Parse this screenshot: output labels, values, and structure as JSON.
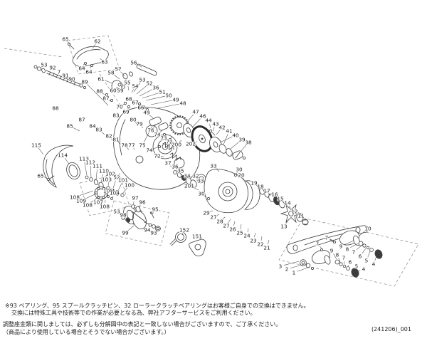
{
  "footer": {
    "note1": "※93 ベアリング、95 スプールクラッチピン、32 ローラークラッチベアリングはお客様ご自身での交換はできません。",
    "note2": "交換には特殊工具や技術等での作業が必要となる為、弊社アフターサービスをご利用ください。",
    "note3": "調整座金類に関しましては、必ずしも分解図中の表記と一致しない場合がございますので、ご了承ください。",
    "note4": "（商品により使用している場合とそうでない場合がございます。）",
    "doc_code": "(241206)_001"
  },
  "diagram": {
    "labels": [
      [
        "65",
        92,
        55,
        99,
        63
      ],
      [
        "62",
        137,
        58,
        130,
        68
      ],
      [
        "63",
        147,
        87,
        140,
        82
      ],
      [
        "64",
        115,
        96,
        119,
        88
      ],
      [
        "64",
        125,
        101,
        128,
        92
      ],
      [
        "53",
        62,
        91
      ],
      [
        "92",
        74,
        95
      ],
      [
        "7",
        83,
        101
      ],
      [
        "91",
        92,
        106
      ],
      [
        "90",
        101,
        111
      ],
      [
        "89",
        119,
        115,
        152,
        148
      ],
      [
        "61",
        142,
        111,
        158,
        117
      ],
      [
        "58",
        156,
        102,
        168,
        111
      ],
      [
        "57",
        166,
        97,
        175,
        107
      ],
      [
        "56",
        188,
        88,
        199,
        94
      ],
      [
        "60",
        159,
        127,
        166,
        122
      ],
      [
        "59",
        169,
        127,
        173,
        121
      ],
      [
        "55",
        179,
        116,
        181,
        127
      ],
      [
        "54",
        190,
        121,
        185,
        130
      ],
      [
        "53",
        200,
        112,
        188,
        129
      ],
      [
        "52",
        210,
        117,
        192,
        132
      ],
      [
        "36",
        219,
        123,
        196,
        135
      ],
      [
        "51",
        228,
        129,
        200,
        138
      ],
      [
        "50",
        237,
        134,
        205,
        141
      ],
      [
        "49",
        247,
        140,
        212,
        147
      ],
      [
        "48",
        257,
        145,
        222,
        152
      ],
      [
        "88",
        140,
        128,
        147,
        133
      ],
      [
        "87",
        149,
        138,
        155,
        142
      ],
      [
        "68",
        181,
        139,
        193,
        144
      ],
      [
        "67",
        190,
        144,
        199,
        148
      ],
      [
        "66",
        198,
        151,
        205,
        153
      ],
      [
        "70",
        168,
        150,
        175,
        146
      ],
      [
        "69",
        177,
        157,
        181,
        151
      ],
      [
        "49",
        206,
        158,
        215,
        166
      ],
      [
        "88",
        78,
        152
      ],
      [
        "87",
        115,
        168
      ],
      [
        "85",
        98,
        177,
        112,
        184
      ],
      [
        "84",
        130,
        177,
        139,
        184
      ],
      [
        "83",
        139,
        182,
        147,
        189
      ],
      [
        "83",
        163,
        162
      ],
      [
        "82",
        153,
        191,
        160,
        199
      ],
      [
        "81",
        163,
        196,
        169,
        203
      ],
      [
        "80",
        187,
        168,
        193,
        175
      ],
      [
        "79",
        196,
        174,
        201,
        180
      ],
      [
        "78",
        175,
        204,
        181,
        210
      ],
      [
        "77",
        185,
        204,
        189,
        210
      ],
      [
        "76",
        212,
        183,
        220,
        174
      ],
      [
        "75",
        200,
        204,
        214,
        177
      ],
      [
        "74",
        221,
        189,
        228,
        183
      ],
      [
        "73",
        230,
        194,
        235,
        188
      ],
      [
        "72",
        238,
        199,
        241,
        192
      ],
      [
        "74",
        210,
        211,
        221,
        207
      ],
      [
        "72",
        221,
        219,
        230,
        220
      ],
      [
        "200",
        248,
        203,
        255,
        197
      ],
      [
        "202",
        268,
        202,
        277,
        199
      ],
      [
        "47",
        275,
        157,
        263,
        171
      ],
      [
        "46",
        285,
        163,
        271,
        178
      ],
      [
        "44",
        293,
        169,
        296,
        180
      ],
      [
        "43",
        303,
        174,
        299,
        184
      ],
      [
        "42",
        312,
        179,
        304,
        189
      ],
      [
        "41",
        322,
        184,
        314,
        203
      ],
      [
        "40",
        331,
        190,
        309,
        200
      ],
      [
        "39",
        340,
        196,
        324,
        209
      ],
      [
        "38",
        349,
        200,
        338,
        213
      ],
      [
        "37",
        236,
        229,
        244,
        238
      ],
      [
        "36",
        246,
        234,
        250,
        242
      ],
      [
        "35",
        254,
        240,
        256,
        246
      ],
      [
        "34",
        263,
        247,
        264,
        251
      ],
      [
        "32",
        275,
        247,
        280,
        250
      ],
      [
        "33",
        300,
        233,
        308,
        241
      ],
      [
        "33",
        282,
        254,
        288,
        256
      ],
      [
        "201",
        266,
        261,
        279,
        267
      ],
      [
        "30",
        336,
        238,
        331,
        246
      ],
      [
        "30",
        283,
        272,
        290,
        277
      ],
      [
        "20",
        339,
        246,
        346,
        258
      ],
      [
        "19",
        357,
        257,
        365,
        265
      ],
      [
        "18",
        366,
        262,
        372,
        270
      ],
      [
        "17",
        375,
        268,
        380,
        275
      ],
      [
        "16",
        386,
        273,
        388,
        279
      ],
      [
        "15",
        394,
        279,
        395,
        284
      ],
      [
        "14",
        404,
        285,
        408,
        292
      ],
      [
        "12",
        414,
        297,
        419,
        302
      ],
      [
        "11",
        423,
        303,
        427,
        308
      ],
      [
        "13",
        399,
        318,
        406,
        308
      ],
      [
        "10",
        517,
        321,
        505,
        331
      ],
      [
        "29",
        290,
        299,
        299,
        296
      ],
      [
        "27",
        300,
        305,
        308,
        301
      ],
      [
        "28",
        309,
        311,
        316,
        305
      ],
      [
        "27",
        318,
        317,
        324,
        308
      ],
      [
        "26",
        327,
        322,
        330,
        311
      ],
      [
        "25",
        337,
        327,
        339,
        315
      ],
      [
        "24",
        347,
        331,
        349,
        321
      ],
      [
        "23",
        356,
        338,
        359,
        327
      ],
      [
        "22",
        366,
        343,
        368,
        332
      ],
      [
        "21",
        375,
        348,
        378,
        337
      ],
      [
        "152",
        259,
        323,
        256,
        330
      ],
      [
        "151",
        277,
        332,
        277,
        338
      ],
      [
        "115",
        51,
        204,
        61,
        217
      ],
      [
        "114",
        88,
        218,
        97,
        230
      ],
      [
        "65",
        57,
        247,
        66,
        250
      ],
      [
        "113",
        118,
        223,
        122,
        246
      ],
      [
        "112",
        127,
        228,
        128,
        249
      ],
      [
        "111",
        137,
        233,
        135,
        252
      ],
      [
        "110",
        146,
        240,
        142,
        256
      ],
      [
        "102",
        155,
        244,
        152,
        261
      ],
      [
        "103",
        150,
        252
      ],
      [
        "52",
        164,
        249,
        159,
        264
      ],
      [
        "101",
        173,
        253,
        166,
        268
      ],
      [
        "100",
        182,
        260,
        172,
        272
      ],
      [
        "105",
        152,
        268,
        151,
        276
      ],
      [
        "104",
        161,
        271,
        158,
        278
      ],
      [
        "97",
        190,
        278,
        187,
        287
      ],
      [
        "96",
        200,
        284,
        195,
        291
      ],
      [
        "53",
        164,
        297,
        171,
        304
      ],
      [
        "98",
        173,
        302,
        178,
        307
      ],
      [
        "95",
        218,
        294,
        214,
        301
      ],
      [
        "94",
        207,
        323,
        211,
        317
      ],
      [
        "93",
        216,
        327,
        221,
        323
      ],
      [
        "99",
        176,
        327,
        188,
        317
      ],
      [
        "108",
        105,
        277,
        131,
        268
      ],
      [
        "109",
        114,
        282,
        135,
        272
      ],
      [
        "108",
        123,
        288,
        139,
        276
      ],
      [
        "107",
        138,
        284,
        144,
        278
      ],
      [
        "108",
        147,
        290,
        148,
        281
      ],
      [
        "9",
        479,
        346,
        497,
        338
      ],
      [
        "8",
        488,
        350,
        503,
        342
      ],
      [
        "7",
        497,
        354,
        508,
        345
      ],
      [
        "6",
        506,
        360,
        514,
        349
      ],
      [
        "5",
        515,
        366,
        520,
        353
      ],
      [
        "4",
        525,
        371,
        529,
        360
      ],
      [
        "9",
        466,
        352,
        473,
        364
      ],
      [
        "8",
        474,
        358,
        478,
        368
      ],
      [
        "7",
        483,
        362,
        484,
        371
      ],
      [
        "6",
        492,
        368,
        489,
        374
      ],
      [
        "5",
        501,
        374,
        495,
        379
      ],
      [
        "4",
        511,
        378,
        501,
        382
      ],
      [
        "7",
        459,
        334,
        468,
        340
      ],
      [
        "7",
        446,
        342,
        452,
        349
      ],
      [
        "3",
        394,
        374,
        420,
        367
      ],
      [
        "2",
        403,
        378,
        428,
        371
      ],
      [
        "1",
        413,
        383,
        435,
        375
      ]
    ]
  }
}
